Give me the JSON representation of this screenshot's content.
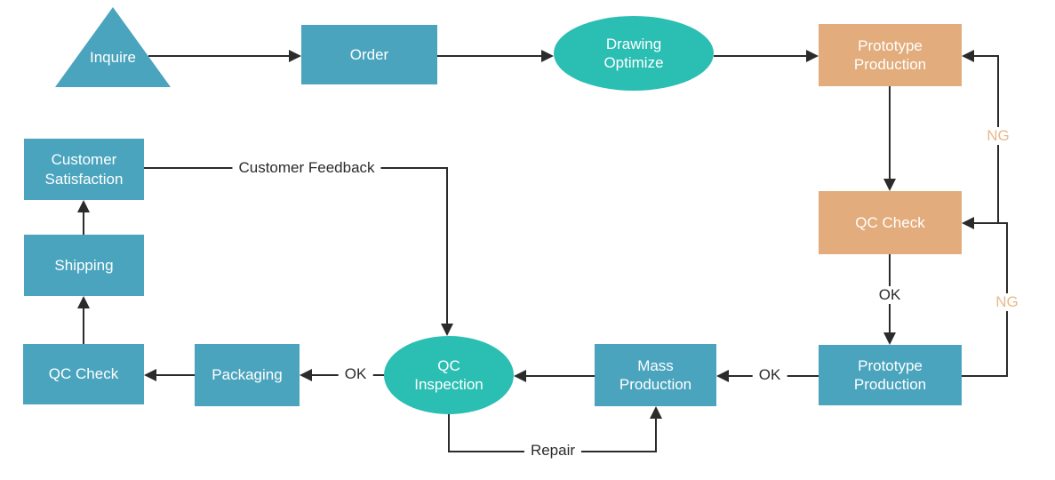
{
  "diagram": {
    "colors": {
      "process_blue": "#4AA4BE",
      "accent_teal": "#2BBEB3",
      "highlight_orange": "#E3AC7C",
      "ng_label": "#E9B98B",
      "connector": "#2B2B2B"
    },
    "nodes": {
      "inquire": {
        "label": "Inquire"
      },
      "order": {
        "label": "Order"
      },
      "drawing_optimize": {
        "line1": "Drawing",
        "line2": "Optimize"
      },
      "prototype_production_1": {
        "line1": "Prototype",
        "line2": "Production"
      },
      "qc_check_right": {
        "label": "QC Check"
      },
      "prototype_production_2": {
        "line1": "Prototype",
        "line2": "Production"
      },
      "mass_production": {
        "line1": "Mass",
        "line2": "Production"
      },
      "qc_inspection": {
        "line1": "QC",
        "line2": "Inspection"
      },
      "packaging": {
        "label": "Packaging"
      },
      "qc_check_left": {
        "label": "QC Check"
      },
      "shipping": {
        "label": "Shipping"
      },
      "customer_satisfaction": {
        "line1": "Customer",
        "line2": "Satisfaction"
      }
    },
    "edge_labels": {
      "ng_top": "NG",
      "ng_bottom": "NG",
      "ok_qc_to_prototype": "OK",
      "ok_prototype_to_mass": "OK",
      "ok_inspection_to_packaging": "OK",
      "repair": "Repair",
      "customer_feedback": "Customer Feedback"
    }
  }
}
